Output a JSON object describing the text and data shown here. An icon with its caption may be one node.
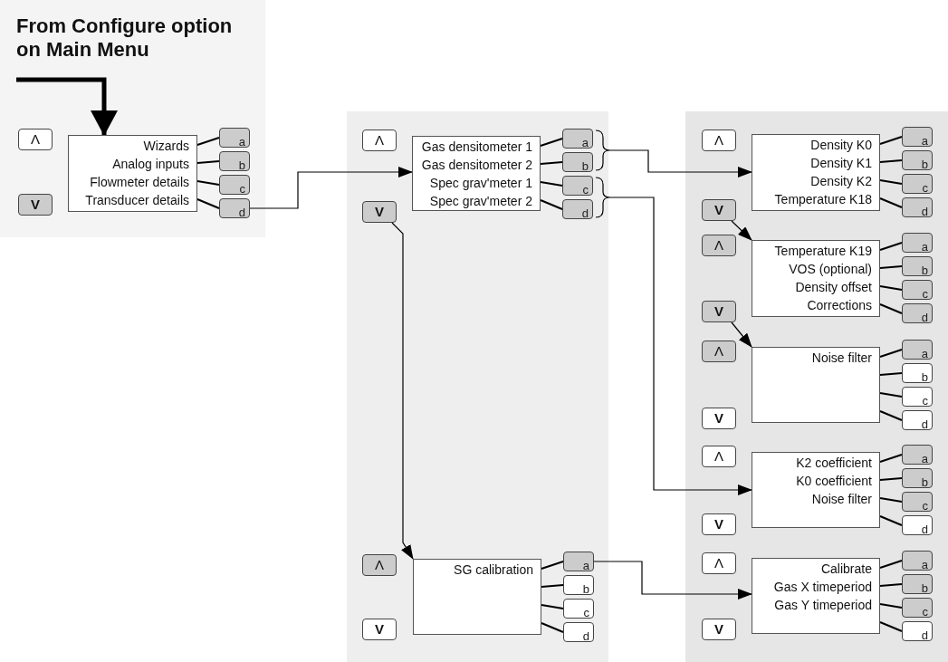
{
  "diagram": {
    "nodes": [
      {
        "text": [
          "From Configure option on Main Menu"
        ]
      },
      {
        "text": [
          "Λ"
        ],
        "in": 0
      },
      {
        "text": [
          "Wizards",
          "Analog inputs",
          "Flowmeter details",
          "Transducer details"
        ],
        "in": 0
      },
      {
        "text": [
          "a"
        ],
        "in": 0
      },
      {
        "text": [
          "b"
        ],
        "in": 0
      },
      {
        "text": [
          "c"
        ],
        "in": 0
      },
      {
        "text": [
          "d"
        ],
        "in": 0
      },
      {
        "text": [
          "V"
        ],
        "in": 0
      },
      {
        "text": [],
        "shape": "box"
      },
      {
        "text": [
          "Λ"
        ],
        "in": 8
      },
      {
        "text": [
          "Gas densitometer 1",
          "Gas densitometer 2",
          "Spec grav'meter 1",
          "Spec grav'meter 2"
        ],
        "in": 8
      },
      {
        "text": [
          "a"
        ],
        "in": 8
      },
      {
        "text": [
          "b"
        ],
        "in": 8
      },
      {
        "text": [
          "c"
        ],
        "in": 8
      },
      {
        "text": [
          "d"
        ],
        "in": 8
      },
      {
        "text": [
          "V"
        ],
        "in": 8
      },
      {
        "text": [
          "Λ"
        ],
        "in": 8
      },
      {
        "text": [
          "SG calibration"
        ],
        "in": 8
      },
      {
        "text": [
          "a"
        ],
        "in": 8
      },
      {
        "text": [
          "b"
        ],
        "in": 8
      },
      {
        "text": [
          "c"
        ],
        "in": 8
      },
      {
        "text": [
          "d"
        ],
        "in": 8
      },
      {
        "text": [
          "V"
        ],
        "in": 8
      },
      {
        "text": [],
        "shape": "box"
      },
      {
        "text": [
          "Λ"
        ],
        "in": 23
      },
      {
        "text": [
          "Density K0",
          "Density K1",
          "Density K2",
          "Temperature K18"
        ],
        "in": 23
      },
      {
        "text": [
          "a"
        ],
        "in": 23
      },
      {
        "text": [
          "b"
        ],
        "in": 23
      },
      {
        "text": [
          "c"
        ],
        "in": 23
      },
      {
        "text": [
          "d"
        ],
        "in": 23
      },
      {
        "text": [
          "V"
        ],
        "in": 23
      },
      {
        "text": [
          "Λ"
        ],
        "in": 23
      },
      {
        "text": [
          "Temperature K19",
          "VOS (optional)",
          "Density offset",
          "Corrections"
        ],
        "in": 23
      },
      {
        "text": [
          "a"
        ],
        "in": 23
      },
      {
        "text": [
          "b"
        ],
        "in": 23
      },
      {
        "text": [
          "c"
        ],
        "in": 23
      },
      {
        "text": [
          "d"
        ],
        "in": 23
      },
      {
        "text": [
          "V"
        ],
        "in": 23
      },
      {
        "text": [
          "Λ"
        ],
        "in": 23
      },
      {
        "text": [
          "Noise filter"
        ],
        "in": 23
      },
      {
        "text": [
          "a"
        ],
        "in": 23
      },
      {
        "text": [
          "b"
        ],
        "in": 23
      },
      {
        "text": [
          "c"
        ],
        "in": 23
      },
      {
        "text": [
          "d"
        ],
        "in": 23
      },
      {
        "text": [
          "V"
        ],
        "in": 23
      },
      {
        "text": [
          "Λ"
        ],
        "in": 23
      },
      {
        "text": [
          "K2 coefficient",
          "K0 coefficient",
          "Noise filter"
        ],
        "in": 23
      },
      {
        "text": [
          "a"
        ],
        "in": 23
      },
      {
        "text": [
          "b"
        ],
        "in": 23
      },
      {
        "text": [
          "c"
        ],
        "in": 23
      },
      {
        "text": [
          "d"
        ],
        "in": 23
      },
      {
        "text": [
          "V"
        ],
        "in": 23
      },
      {
        "text": [
          "Λ"
        ],
        "in": 23
      },
      {
        "text": [
          "Calibrate",
          "Gas X timeperiod",
          "Gas Y timeperiod"
        ],
        "in": 23
      },
      {
        "text": [
          "a"
        ],
        "in": 23
      },
      {
        "text": [
          "b"
        ],
        "in": 23
      },
      {
        "text": [
          "c"
        ],
        "in": 23
      },
      {
        "text": [
          "d"
        ],
        "in": 23
      },
      {
        "text": [
          "V"
        ],
        "in": 23
      }
    ],
    "edges": [
      {
        "from": null,
        "to": 2,
        "arrow": "to",
        "style": "thick"
      },
      {
        "from": 2,
        "to": 3,
        "arrow": "none"
      },
      {
        "from": 2,
        "to": 4,
        "arrow": "none"
      },
      {
        "from": 2,
        "to": 5,
        "arrow": "none"
      },
      {
        "from": 2,
        "to": 6,
        "arrow": "none"
      },
      {
        "from": 10,
        "to": 11,
        "arrow": "none"
      },
      {
        "from": 10,
        "to": 12,
        "arrow": "none"
      },
      {
        "from": 10,
        "to": 13,
        "arrow": "none"
      },
      {
        "from": 10,
        "to": 14,
        "arrow": "none"
      },
      {
        "from": 17,
        "to": 18,
        "arrow": "none"
      },
      {
        "from": 17,
        "to": 19,
        "arrow": "none"
      },
      {
        "from": 17,
        "to": 20,
        "arrow": "none"
      },
      {
        "from": 17,
        "to": 21,
        "arrow": "none"
      },
      {
        "from": 25,
        "to": 26,
        "arrow": "none"
      },
      {
        "from": 25,
        "to": 27,
        "arrow": "none"
      },
      {
        "from": 25,
        "to": 28,
        "arrow": "none"
      },
      {
        "from": 25,
        "to": 29,
        "arrow": "none"
      },
      {
        "from": 32,
        "to": 33,
        "arrow": "none"
      },
      {
        "from": 32,
        "to": 34,
        "arrow": "none"
      },
      {
        "from": 32,
        "to": 35,
        "arrow": "none"
      },
      {
        "from": 32,
        "to": 36,
        "arrow": "none"
      },
      {
        "from": 39,
        "to": 40,
        "arrow": "none"
      },
      {
        "from": 39,
        "to": 41,
        "arrow": "none"
      },
      {
        "from": 39,
        "to": 42,
        "arrow": "none"
      },
      {
        "from": 39,
        "to": 43,
        "arrow": "none"
      },
      {
        "from": 46,
        "to": 47,
        "arrow": "none"
      },
      {
        "from": 46,
        "to": 48,
        "arrow": "none"
      },
      {
        "from": 46,
        "to": 49,
        "arrow": "none"
      },
      {
        "from": 46,
        "to": 50,
        "arrow": "none"
      },
      {
        "from": 53,
        "to": 54,
        "arrow": "none"
      },
      {
        "from": 53,
        "to": 55,
        "arrow": "none"
      },
      {
        "from": 53,
        "to": 56,
        "arrow": "none"
      },
      {
        "from": 53,
        "to": 57,
        "arrow": "none"
      },
      {
        "from": 6,
        "to": 10,
        "arrow": "to"
      },
      {
        "from": 15,
        "to": 17,
        "arrow": "to"
      },
      {
        "from": 11,
        "to": 25,
        "arrow": "to"
      },
      {
        "from": 12,
        "to": 25,
        "arrow": "to"
      },
      {
        "from": 13,
        "to": 46,
        "arrow": "to"
      },
      {
        "from": 14,
        "to": 46,
        "arrow": "to"
      },
      {
        "from": 30,
        "to": 32,
        "arrow": "to"
      },
      {
        "from": 37,
        "to": 39,
        "arrow": "to"
      },
      {
        "from": 18,
        "to": 53,
        "arrow": "to"
      }
    ]
  }
}
